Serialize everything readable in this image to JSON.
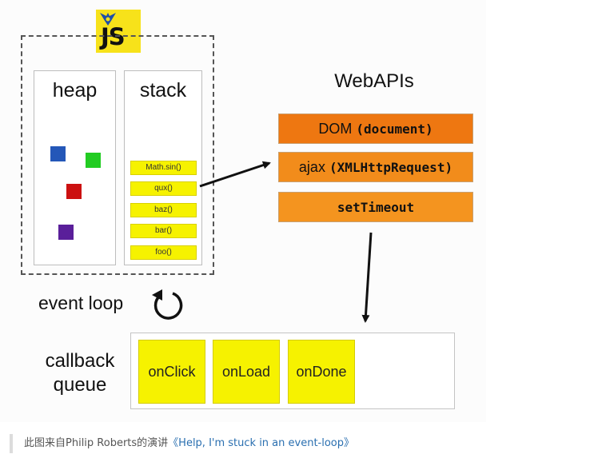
{
  "logo": {
    "text": "JS"
  },
  "runtime": {
    "heap_label": "heap",
    "stack_label": "stack",
    "heap_objects": [
      {
        "color": "#2457b8"
      },
      {
        "color": "#22cc22"
      },
      {
        "color": "#cc1111"
      },
      {
        "color": "#5a1f9a"
      }
    ],
    "stack_frames": [
      "Math.sin()",
      "qux()",
      "baz()",
      "bar()",
      "foo()"
    ]
  },
  "webapis": {
    "title": "WebAPIs",
    "dom_prefix": "DOM ",
    "dom_code": "(document)",
    "ajax_prefix": "ajax ",
    "ajax_code": "(XMLHttpRequest)",
    "timeout_code": "setTimeout",
    "colors": {
      "dom": "#ee7711",
      "ajax": "#f28c1b",
      "timeout": "#f4941f"
    }
  },
  "event_loop": {
    "label": "event loop"
  },
  "callback_queue": {
    "label_line1": "callback",
    "label_line2": "queue",
    "items": [
      "onClick",
      "onLoad",
      "onDone"
    ]
  },
  "caption": {
    "prefix": "此图来自Philip Roberts的演讲",
    "link": "《Help, I'm stuck in an event-loop》"
  }
}
